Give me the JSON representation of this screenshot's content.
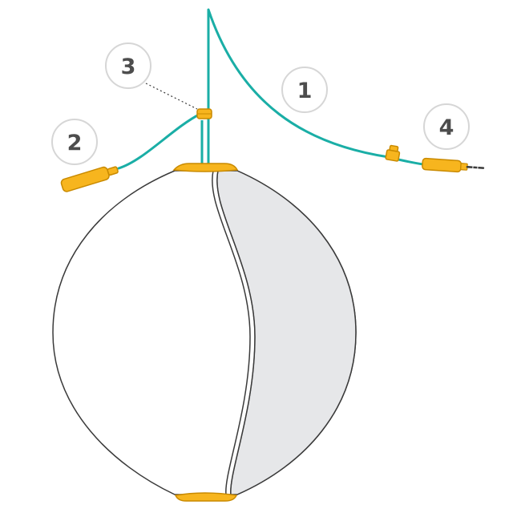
{
  "callouts": [
    {
      "number": "1"
    },
    {
      "number": "2"
    },
    {
      "number": "3"
    },
    {
      "number": "4"
    }
  ],
  "colors": {
    "cable": "#1aaea6",
    "hardware": "#f7b51e",
    "hardware_outline": "#c98a00",
    "shade": "#e6e7e9",
    "outline": "#3a3a3a",
    "callout_circle": "#d6d6d6",
    "callout_text": "#4d4d4d"
  }
}
